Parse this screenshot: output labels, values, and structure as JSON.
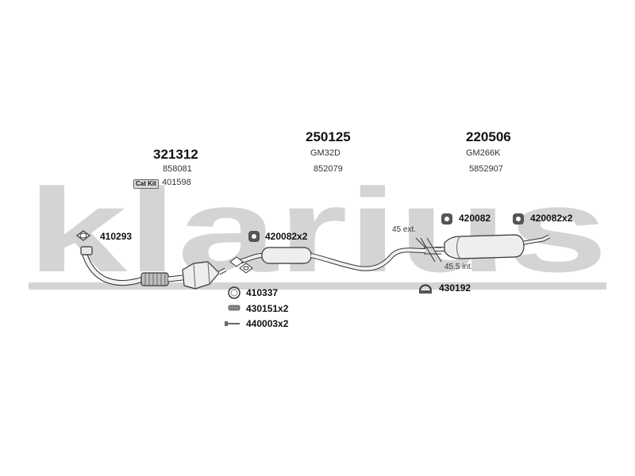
{
  "watermark": {
    "text": "klarius",
    "color": "#d4d4d4"
  },
  "groups": [
    {
      "id": "front",
      "number": "321312",
      "code": "858081"
    },
    {
      "id": "middle",
      "number": "250125",
      "model": "GM32D",
      "code": "852079"
    },
    {
      "id": "rear",
      "number": "220506",
      "model": "GM266K",
      "code": "5852907"
    }
  ],
  "cat_kit": {
    "badge": "Cat Kit",
    "part": "401598"
  },
  "parts": {
    "gasket_front": "410293",
    "hanger_middle": "420082x2",
    "hanger_rear_1": "420082",
    "hanger_rear_2": "420082x2",
    "ring_gasket": "410337",
    "spring": "430151x2",
    "bolt": "440003x2",
    "clamp_rear": "430192"
  },
  "notes": {
    "ext": "45 ext.",
    "int": "45.5 int."
  },
  "colors": {
    "pipe_fill": "#f2f2f2",
    "pipe_stroke": "#333333"
  }
}
